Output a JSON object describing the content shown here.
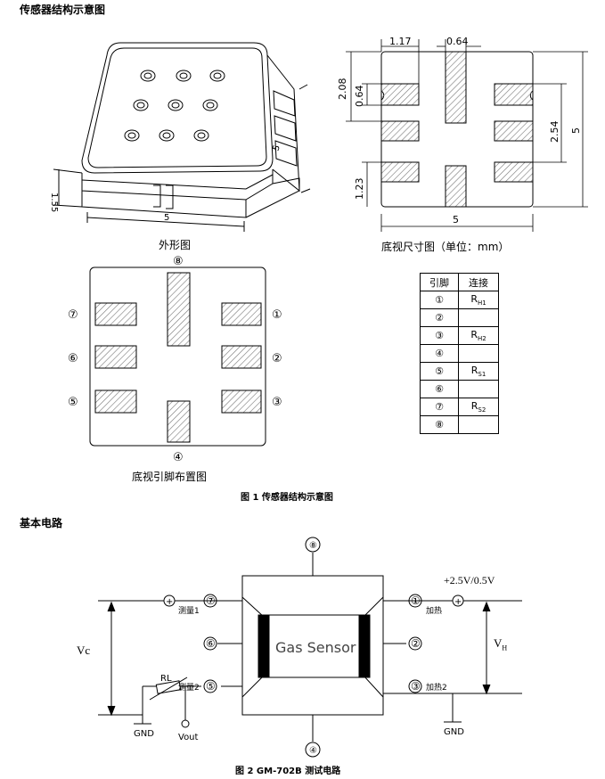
{
  "section1_title": "传感器结构示意图",
  "captions": {
    "outline": "外形图",
    "bottom_dim": "底视尺寸图（单位：mm）",
    "pin_layout": "底视引脚布置图"
  },
  "dimensions": {
    "d117": "1.17",
    "d064_top": "0.64",
    "d208": "2.08",
    "d064_left": "0.64",
    "d254": "2.54",
    "d5_right": "5",
    "d123": "1.23",
    "d5_bottom": "5",
    "d155": "1.55",
    "d5_iso_bottom": "5",
    "d5_iso_right": "5"
  },
  "pin_labels": {
    "p1": "①",
    "p2": "②",
    "p3": "③",
    "p4": "④",
    "p5": "⑤",
    "p6": "⑥",
    "p7": "⑦",
    "p8": "⑧"
  },
  "pin_table": {
    "header": [
      "引脚",
      "连接"
    ],
    "rows": [
      {
        "pin": "①",
        "conn": "R",
        "sub": "H1"
      },
      {
        "pin": "②",
        "conn": "",
        "sub": ""
      },
      {
        "pin": "③",
        "conn": "R",
        "sub": "H2"
      },
      {
        "pin": "④",
        "conn": "",
        "sub": ""
      },
      {
        "pin": "⑤",
        "conn": "R",
        "sub": "S1"
      },
      {
        "pin": "⑥",
        "conn": "",
        "sub": ""
      },
      {
        "pin": "⑦",
        "conn": "R",
        "sub": "S2"
      },
      {
        "pin": "⑧",
        "conn": "",
        "sub": ""
      }
    ]
  },
  "figure1_caption": "图 1   传感器结构示意图",
  "section2_title": "基本电路",
  "circuit": {
    "supply": "+2.5V/0.5V",
    "vc": "Vc",
    "vh": "V",
    "vh_sub": "H",
    "sensor": "Gas Sensor",
    "rl": "RL",
    "measure1": "测量1",
    "measure2": "测量2",
    "heat1": "加热",
    "heat2": "加热2",
    "gnd_left": "GND",
    "gnd_right": "GND",
    "vout": "Vout",
    "plus": "+"
  },
  "figure2_caption": "图 2   GM-702B 测试电路"
}
